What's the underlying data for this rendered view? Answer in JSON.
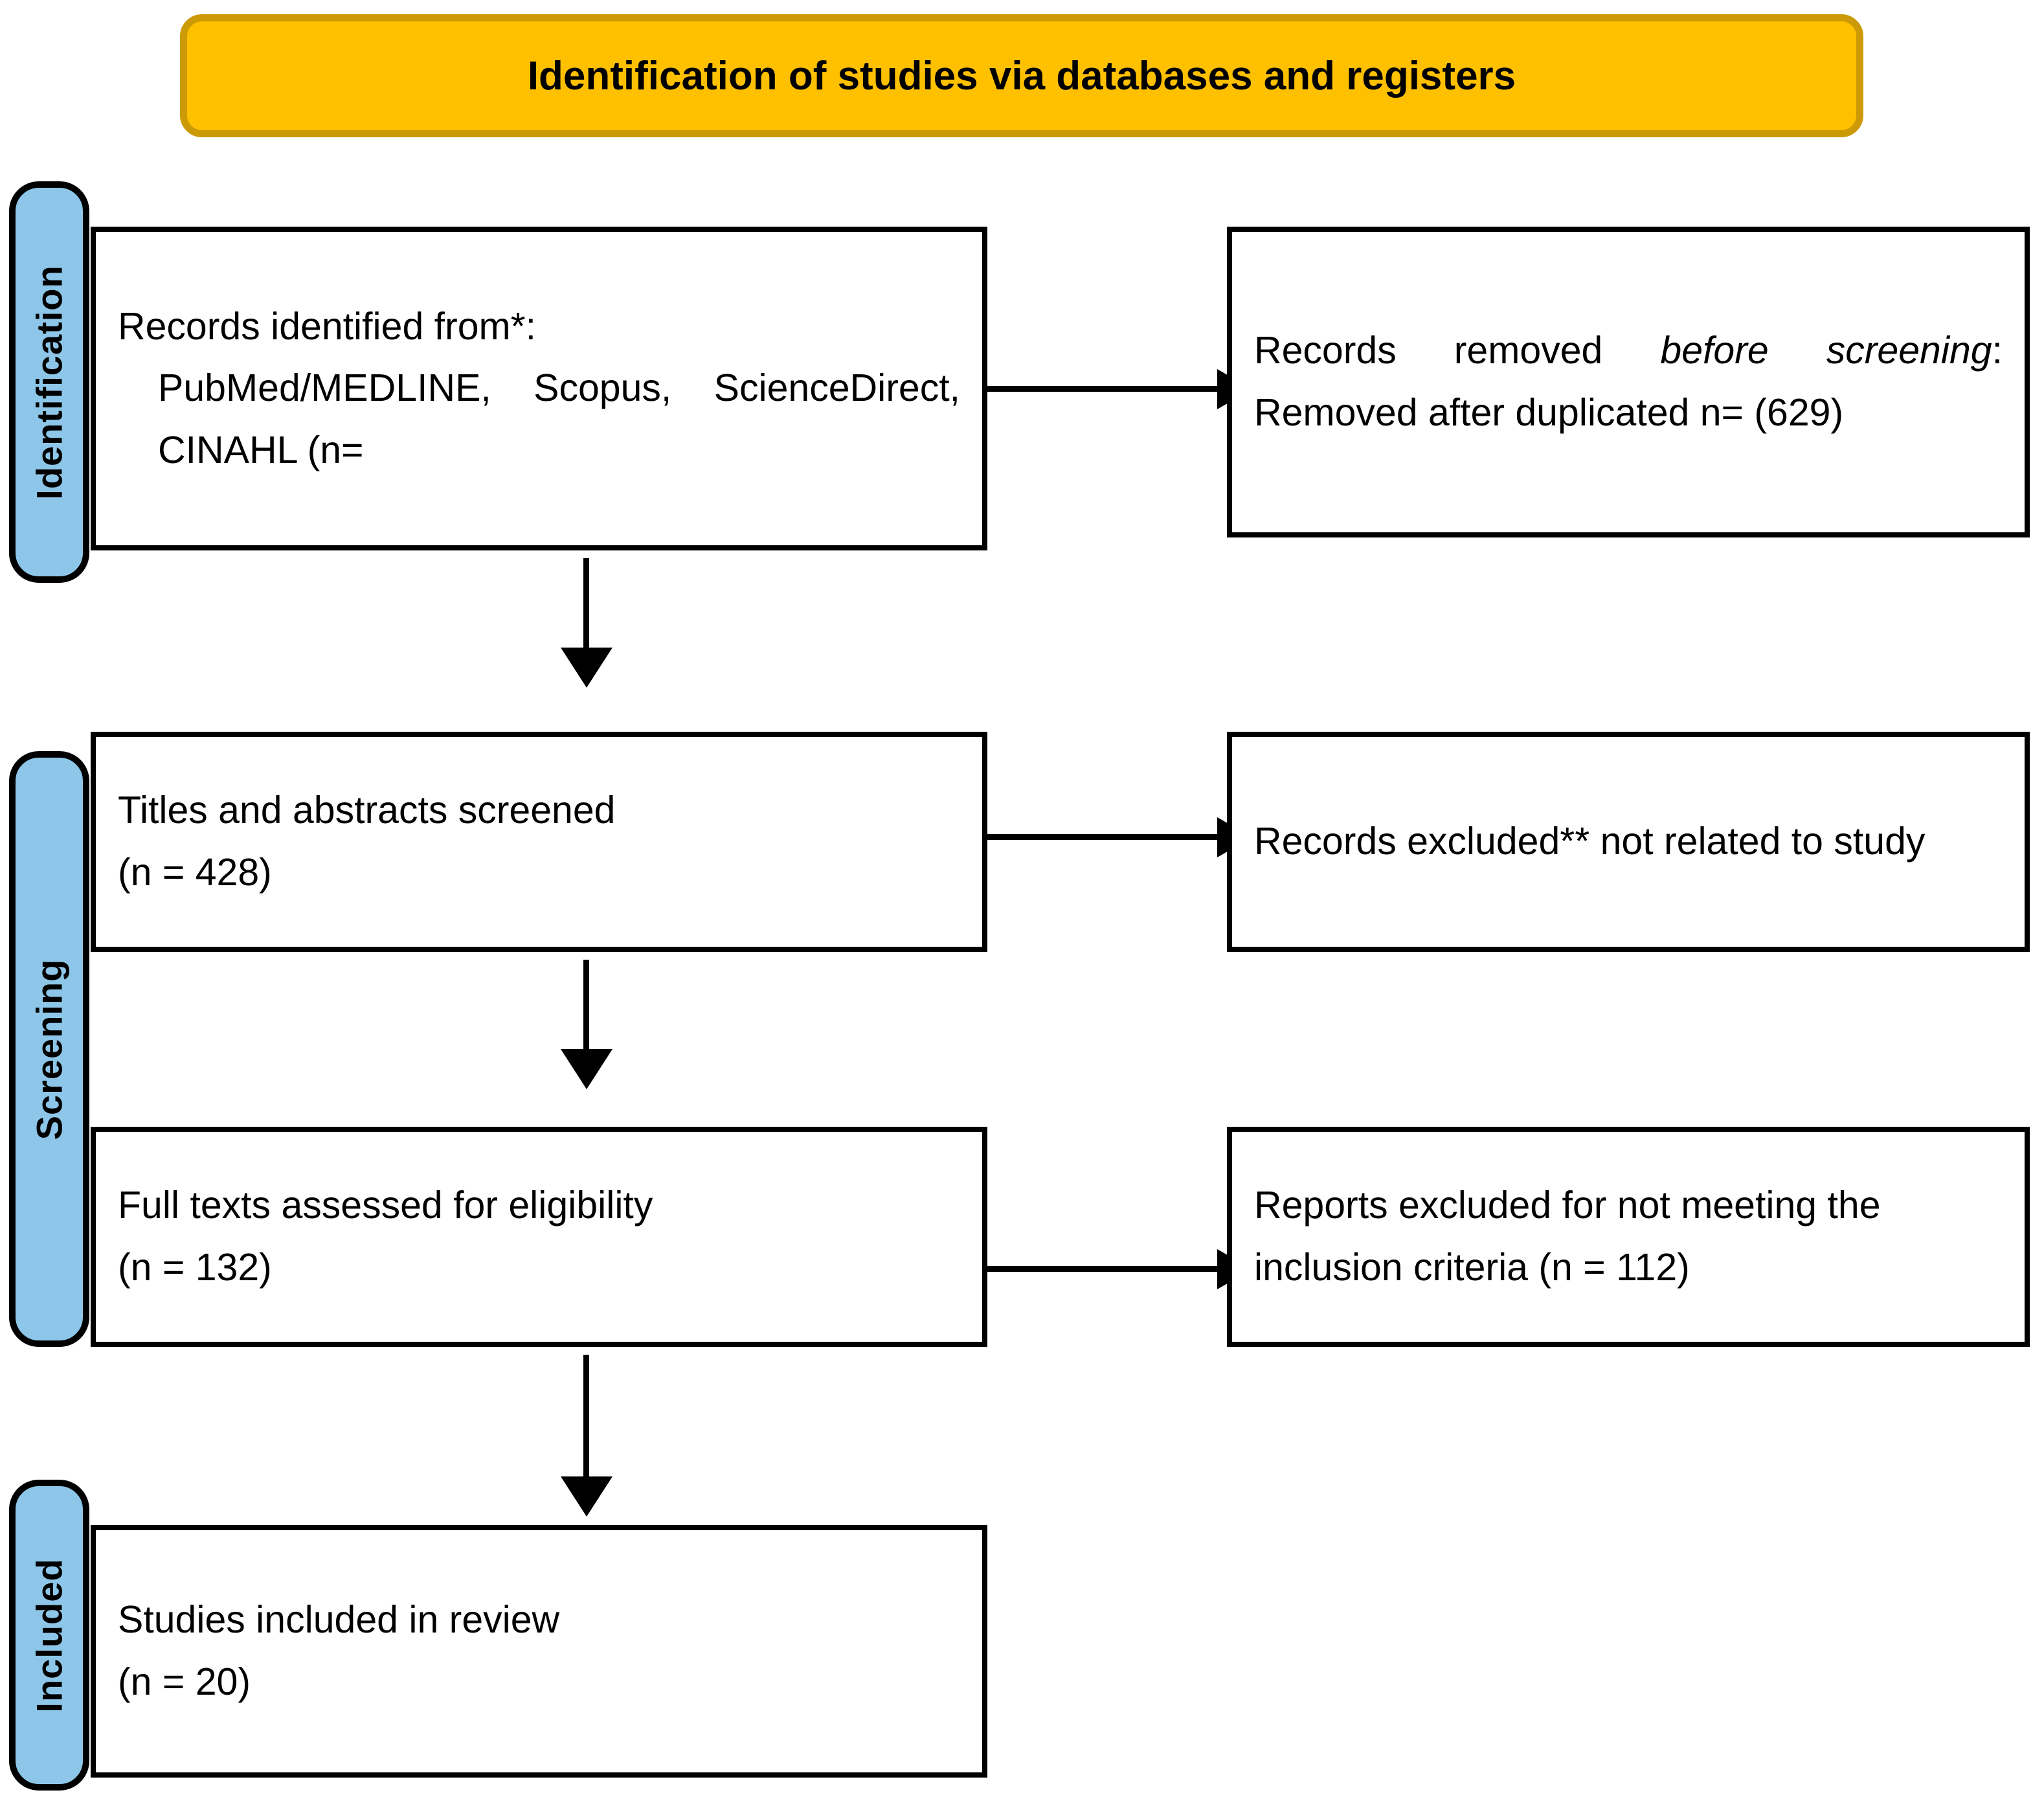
{
  "diagram": {
    "type": "prisma-flow-diagram",
    "banner": {
      "title": "Identification of studies via databases and registers",
      "fill_color": "#FFC000",
      "border_color": "#CC9A06"
    },
    "stage_tab_color": "#8DC6E8",
    "stages": [
      {
        "label": "Identification"
      },
      {
        "label": "Screening"
      },
      {
        "label": "Included"
      }
    ],
    "boxes": {
      "identified": {
        "line1": "Records identified from*:",
        "line2": "PubMed/MEDLINE, Scopus, ScienceDirect, CINAHL (n="
      },
      "removed_before_screening": {
        "lead": "Records removed ",
        "emphasis": "before screening",
        "rest": ": Removed after duplicated n= (629)"
      },
      "titles_screened": {
        "line1": "Titles and abstracts screened",
        "line2": "(n = 428)"
      },
      "records_excluded": {
        "line1": "Records excluded** not related to study"
      },
      "full_texts": {
        "line1": "Full texts assessed for eligibility",
        "line2": "(n = 132)"
      },
      "reports_excluded": {
        "line1": "Reports excluded for not meeting the inclusion criteria (n = 112)"
      },
      "studies_included": {
        "line1": "Studies included in review",
        "line2": "(n = 20)"
      }
    },
    "counts": {
      "duplicates_removed": 629,
      "titles_abstracts_screened": 428,
      "full_texts_assessed": 132,
      "reports_excluded": 112,
      "studies_included": 20
    }
  }
}
